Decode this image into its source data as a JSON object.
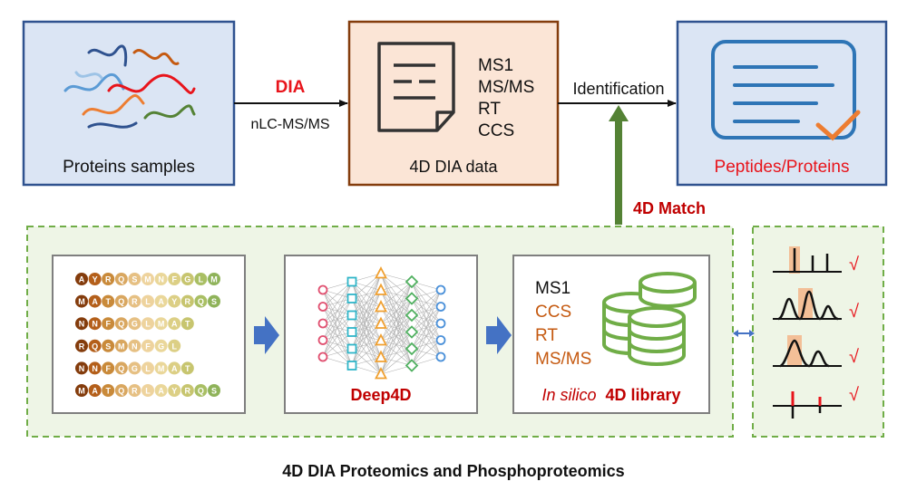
{
  "top_row": {
    "proteins_label": "Proteins samples",
    "dia_label": "DIA",
    "lc_label": "nLC-MS/MS",
    "data_box_label": "4D DIA data",
    "data_dims": [
      "MS1",
      "MS/MS",
      "RT",
      "CCS"
    ],
    "identification_label": "Identification",
    "result_label": "Peptides/Proteins"
  },
  "match_label": "4D Match",
  "sequences": [
    [
      "A",
      "Y",
      "R",
      "Q",
      "S",
      "M",
      "N",
      "F",
      "G",
      "L",
      "M"
    ],
    [
      "M",
      "A",
      "T",
      "Q",
      "R",
      "L",
      "A",
      "Y",
      "R",
      "Q",
      "S"
    ],
    [
      "N",
      "N",
      "F",
      "Q",
      "G",
      "L",
      "M",
      "A",
      "T"
    ],
    [
      "R",
      "Q",
      "S",
      "M",
      "N",
      "F",
      "G",
      "L"
    ],
    [
      "N",
      "N",
      "F",
      "Q",
      "G",
      "L",
      "M",
      "A",
      "T"
    ],
    [
      "M",
      "A",
      "T",
      "Q",
      "R",
      "L",
      "A",
      "Y",
      "R",
      "Q",
      "S"
    ]
  ],
  "model_label": "Deep4D",
  "library_dims": [
    "MS1",
    "CCS",
    "RT",
    "MS/MS"
  ],
  "library_label_italic": "In silico",
  "library_label_bold": "4D library",
  "check_marks": [
    "√",
    "√",
    "√",
    "√"
  ],
  "footer_title": "4D DIA Proteomics and Phosphoproteomics",
  "colors": {
    "blue_box_fill": "#dbe5f4",
    "blue_box_stroke": "#2f528f",
    "orange_box_fill": "#fbe5d6",
    "orange_box_stroke": "#843c0c",
    "green_fill": "#eef5e6",
    "green_stroke": "#70ad47",
    "dark_red": "#c00000",
    "red": "#e8141b",
    "orange_text": "#c55a11",
    "arrow_green": "#548235",
    "library_green": "#70ad47"
  }
}
